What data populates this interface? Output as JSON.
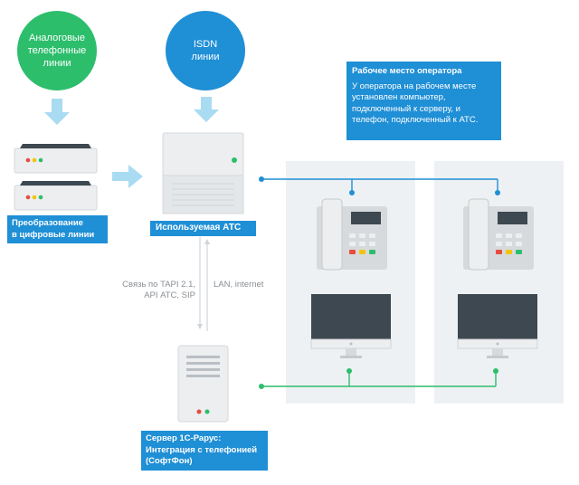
{
  "analog_lines": {
    "label": "Аналоговые\nтелефонные\nлинии",
    "color": "#2dbe6c"
  },
  "isdn_lines": {
    "label": "ISDN\nлинии",
    "color": "#1f8fd6"
  },
  "conversion": {
    "label": "Преобразование\nв цифровые линии"
  },
  "pbx": {
    "label": "Используемая АТС"
  },
  "operator_workplace": {
    "title": "Рабочее место оператора",
    "text": "У оператора на рабочем месте установлен компьютер, подключенный к серверу, и телефон, подключенный к АТС."
  },
  "links": {
    "tapi": "Связь по TAPI 2.1,\nAPI АТС, SIP",
    "lan": "LAN, internet"
  },
  "server": {
    "label": "Сервер 1С-Рарус:\nИнтеграция с телефонией\n(СофтФон)"
  },
  "colors": {
    "accent_blue": "#1f8fd6",
    "accent_green": "#2dbe6c",
    "arrow": "#9ed3ef",
    "panel": "#eef1f3"
  }
}
